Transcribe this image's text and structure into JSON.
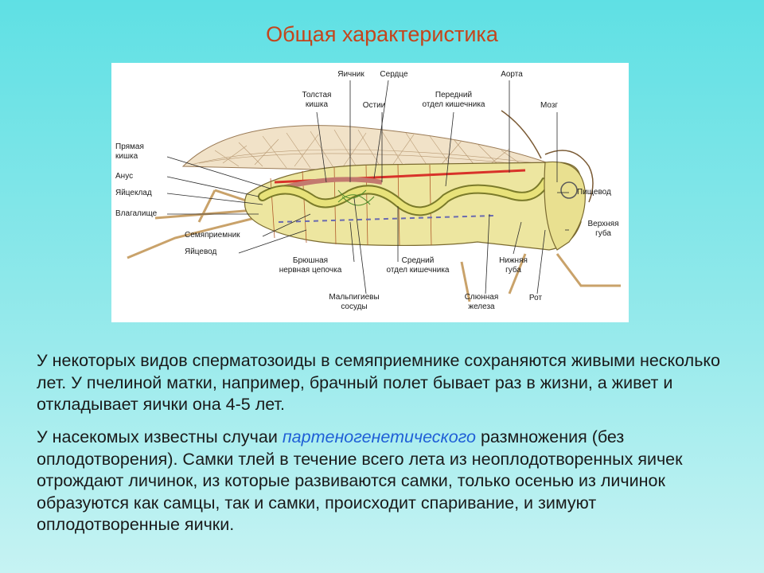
{
  "title": "Общая характеристика",
  "figure": {
    "labels": {
      "yaichnik": "Яичник",
      "serdtse": "Сердце",
      "aorta": "Аорта",
      "tolstaya_kishka": "Толстая\nкишка",
      "ostii": "Остии",
      "peredniy": "Передний\nотдел кишечника",
      "mozg": "Мозг",
      "pryamaya_kishka": "Прямая\nкишка",
      "anus": "Анус",
      "yaitseklad": "Яйцеклад",
      "vlagalishche": "Влагалище",
      "semyapriemnik": "Семяприемник",
      "yaitsevod": "Яйцевод",
      "bryushnaya": "Брюшная\nнервная цепочка",
      "sredniy": "Средний\nотдел кишечника",
      "malpigievy": "Мальпигиевы\nсосуды",
      "slyunnaya": "Слюнная\nжелеза",
      "nizhnyaya_guba": "Нижняя\nгуба",
      "rot": "Рот",
      "pishchevod": "Пищевод",
      "verkhnyaya_guba": "Верхняя\nгуба"
    }
  },
  "paragraph1": "У некоторых видов сперматозоиды в семяприемнике сохраняются живыми несколько лет. У пчелиной матки, например, брачный полет бывает раз в жизни, а живет и откладывает яички она 4-5 лет.",
  "paragraph2": {
    "before": "У насекомых известны случаи ",
    "highlight": "партеногенетического",
    "after": " размножения (без оплодотворения). Самки тлей в течение всего лета из неоплодотворенных яичек отрождают личинок, из которые развиваются самки, только осенью из личинок образуются как самцы, так и самки, происходит спаривание, и зимуют оплодотворенные яички."
  },
  "colors": {
    "title": "#c4451c",
    "highlight": "#1f5fd6",
    "background_top": "#5fe0e4",
    "background_bottom": "#c6f3f3"
  }
}
